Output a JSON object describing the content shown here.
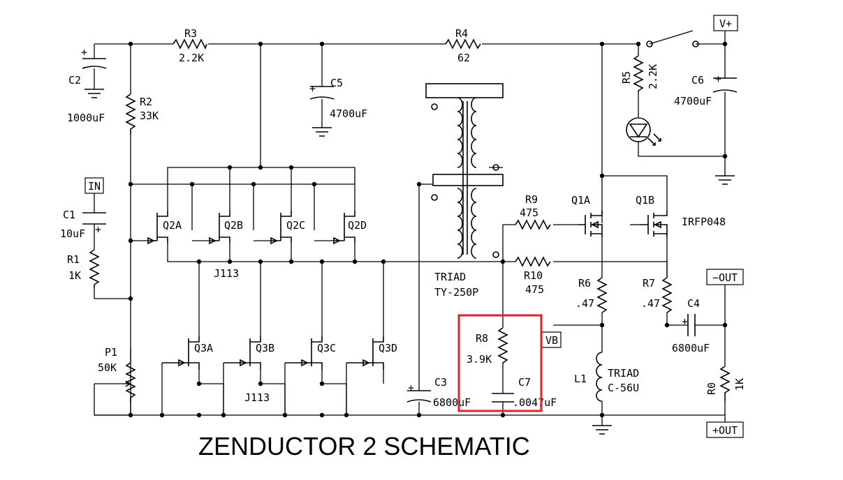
{
  "title": "ZENDUCTOR 2 SCHEMATIC",
  "ports": {
    "vplus": "V+",
    "in": "IN",
    "minus_out": "−OUT",
    "plus_out": "+OUT",
    "vb": "VB"
  },
  "components": {
    "r1": {
      "ref": "R1",
      "value": "1K"
    },
    "r2": {
      "ref": "R2",
      "value": "33K"
    },
    "r3": {
      "ref": "R3",
      "value": "2.2K"
    },
    "r4": {
      "ref": "R4",
      "value": "62"
    },
    "r5": {
      "ref": "R5",
      "value": "2.2K"
    },
    "r6": {
      "ref": "R6",
      "value": ".47"
    },
    "r7": {
      "ref": "R7",
      "value": ".47"
    },
    "r8": {
      "ref": "R8",
      "value": "3.9K"
    },
    "r9": {
      "ref": "R9",
      "value": "475"
    },
    "r10": {
      "ref": "R10",
      "value": "475"
    },
    "r0": {
      "ref": "R0",
      "value": "1K"
    },
    "c1": {
      "ref": "C1",
      "value": "10uF"
    },
    "c2": {
      "ref": "C2",
      "value": "1000uF"
    },
    "c3": {
      "ref": "C3",
      "value": "6800uF"
    },
    "c4": {
      "ref": "C4",
      "value": "6800uF"
    },
    "c5": {
      "ref": "C5",
      "value": "4700uF"
    },
    "c6": {
      "ref": "C6",
      "value": "4700uF"
    },
    "c7": {
      "ref": "C7",
      "value": ".0047uF"
    },
    "p1": {
      "ref": "P1",
      "value": "50K"
    },
    "l1": {
      "ref": "L1",
      "value_line1": "TRIAD",
      "value_line2": "C-56U"
    },
    "transformer": {
      "line1": "TRIAD",
      "line2": "TY-250P"
    },
    "q2": {
      "a": "Q2A",
      "b": "Q2B",
      "c": "Q2C",
      "d": "Q2D",
      "part": "J113"
    },
    "q3": {
      "a": "Q3A",
      "b": "Q3B",
      "c": "Q3C",
      "d": "Q3D",
      "part": "J113"
    },
    "q1": {
      "a": "Q1A",
      "b": "Q1B",
      "part": "IRFP048"
    }
  },
  "polarity_mark": "+",
  "colors": {
    "highlight": "#e0222a",
    "ink": "#000000"
  }
}
